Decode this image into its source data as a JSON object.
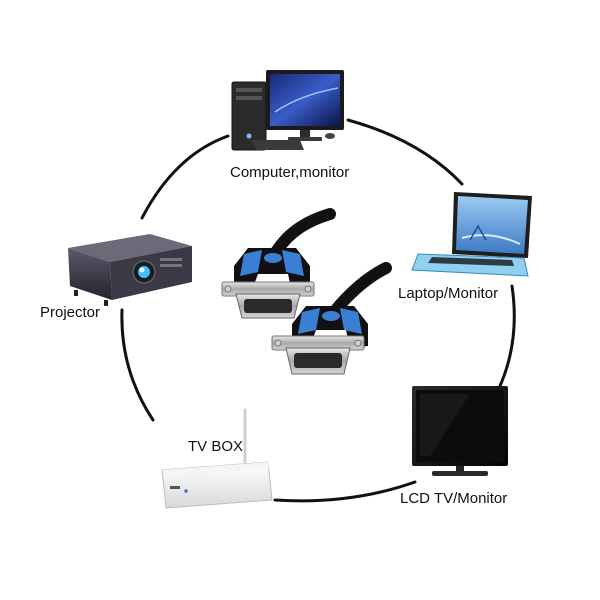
{
  "diagram": {
    "center": {
      "name": "VGA cable"
    },
    "devices": [
      {
        "name": "computer-monitor",
        "label": "Computer,monitor"
      },
      {
        "name": "laptop-monitor",
        "label": "Laptop/Monitor"
      },
      {
        "name": "lcd-tv-monitor",
        "label": "LCD TV/Monitor"
      },
      {
        "name": "tv-box",
        "label": "TV BOX"
      },
      {
        "name": "projector",
        "label": "Projector"
      }
    ]
  },
  "colors": {
    "ring": "#111111",
    "cable_blue": "#3b7fd4",
    "cable_black": "#111111",
    "connector_metal": "#b8b8b8",
    "laptop_screen": "#5aa0e0",
    "monitor_screen": "#2a3c8c"
  }
}
